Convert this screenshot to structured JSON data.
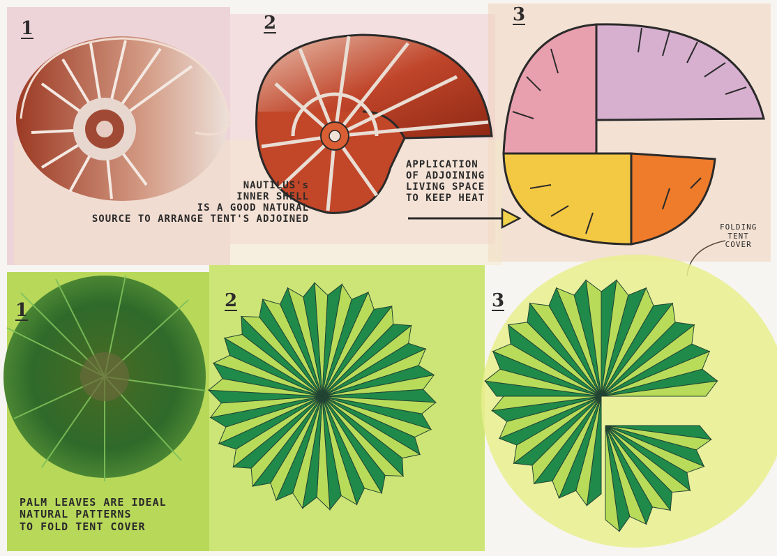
{
  "panels": {
    "nautilus": {
      "step_labels": [
        "1",
        "2",
        "3"
      ],
      "caption": "NAUTILUS's\nINNER SHELL\nIS A GOOD NATURAL\nSOURCE TO ARRANGE TENT'S ADJOINED",
      "application_note": "APPLICATION\nOF ADJOINING\nLIVING SPACE\nTO KEEP HEAT",
      "colors": {
        "shell_red": "#b83a22",
        "pink": "#e9a3b0",
        "lilac": "#c8a2c8",
        "yellow": "#f2c230",
        "orange": "#ef7a25"
      }
    },
    "palm": {
      "step_labels": [
        "1",
        "2",
        "3"
      ],
      "caption": "PALM LEAVES ARE IDEAL\nNATURAL PATTERNS\nTO FOLD TENT COVER",
      "folding_note": "FOLDING\nTENT\nCOVER",
      "colors": {
        "dark_green": "#1f8a4a",
        "light_green": "#b8dc5a",
        "lime": "#c8e66a"
      }
    }
  }
}
